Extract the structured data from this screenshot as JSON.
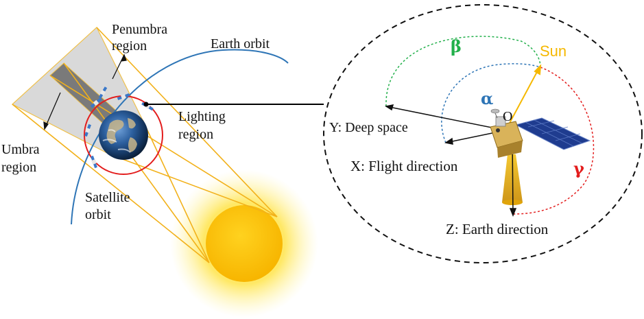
{
  "labels": {
    "penumbra": [
      "Penumbra",
      "region"
    ],
    "umbra": [
      "Umbra",
      "region"
    ],
    "earth_orbit": "Earth orbit",
    "lighting": [
      "Lighting",
      "region"
    ],
    "satellite_orbit": [
      "Satellite",
      "orbit"
    ],
    "y_axis": "Y: Deep space",
    "x_axis": "X: Flight direction",
    "z_axis": "Z: Earth direction",
    "origin": "O",
    "sun": "Sun",
    "beta": "β",
    "alpha": "α",
    "gamma": "γ"
  },
  "colors": {
    "shadow_penumbra": "#d9d9d9",
    "shadow_umbra": "#7a7a7a",
    "earth_orbit": "#2e75b6",
    "satellite_orbit": "#e31d1d",
    "sun_rays": "#f2b11a",
    "sun": "#ffc400",
    "beta": "#22b04b",
    "alpha": "#2e75b6",
    "gamma": "#e31d1d",
    "sun_label": "#f5b800"
  }
}
